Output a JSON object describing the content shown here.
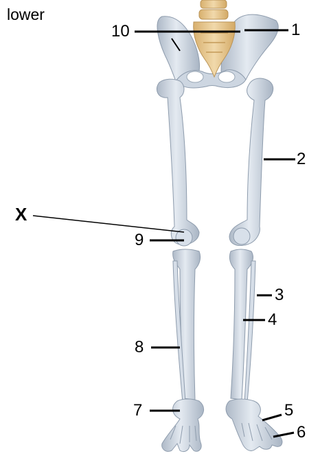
{
  "title": "lower",
  "labels": {
    "l1": "1",
    "l2": "2",
    "l3": "3",
    "l4": "4",
    "l5": "5",
    "l6": "6",
    "l7": "7",
    "l8": "8",
    "l9": "9",
    "l10": "10",
    "lx": "X"
  },
  "colors": {
    "bone": "#c9d3df",
    "bone_light": "#e3e9f0",
    "bone_edge": "#8e9cad",
    "spine": "#e6c58e",
    "spine_edge": "#b99357",
    "leader": "#000000"
  }
}
